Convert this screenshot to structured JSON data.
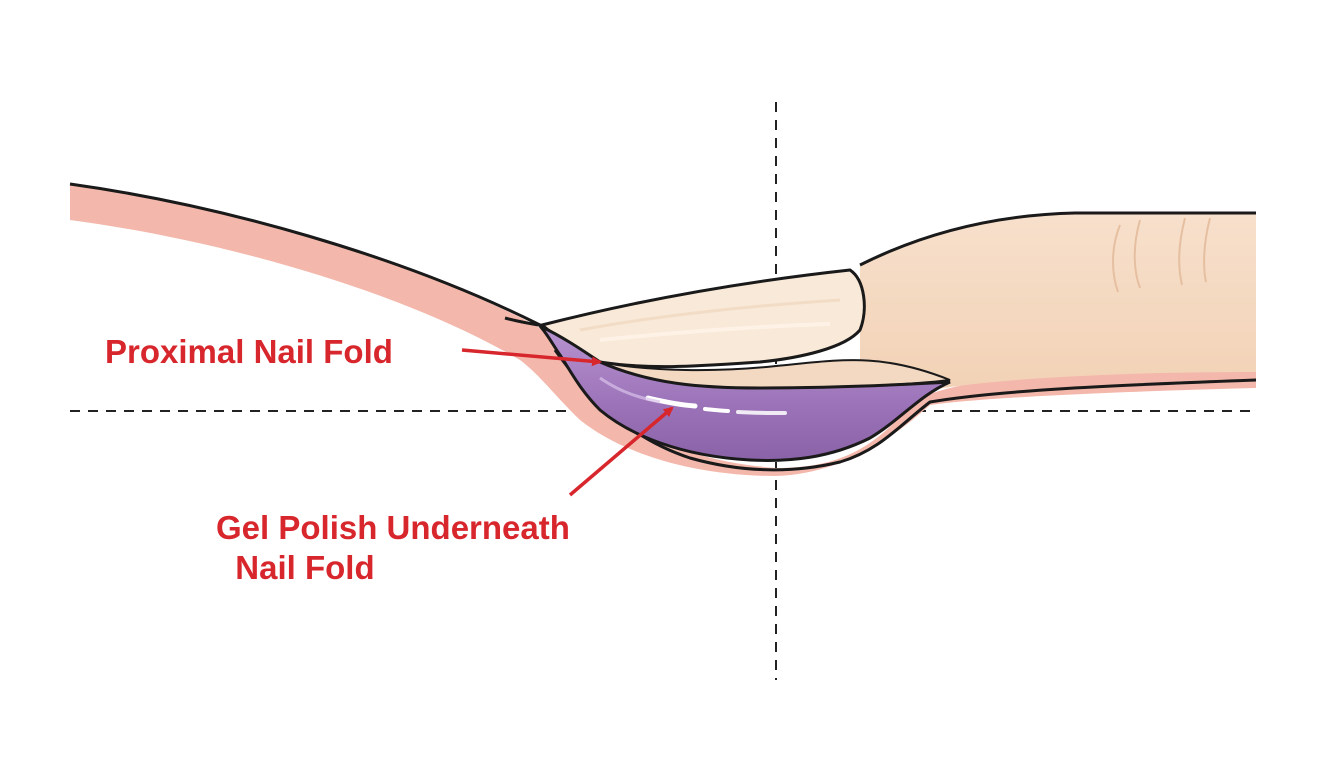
{
  "labels": {
    "proximal_nail_fold": "Proximal Nail Fold",
    "gel_polish_line1": "Gel Polish Underneath",
    "gel_polish_line2": "Nail Fold"
  },
  "colors": {
    "annotation": "#d8262d",
    "gel_polish": "#9b72b8",
    "skin": "#f4d9c2",
    "fold_tissue": "#f3b8ab",
    "nail_plate": "#f9e9d8",
    "outline": "#1a1a1a",
    "guide_line": "#222222"
  }
}
